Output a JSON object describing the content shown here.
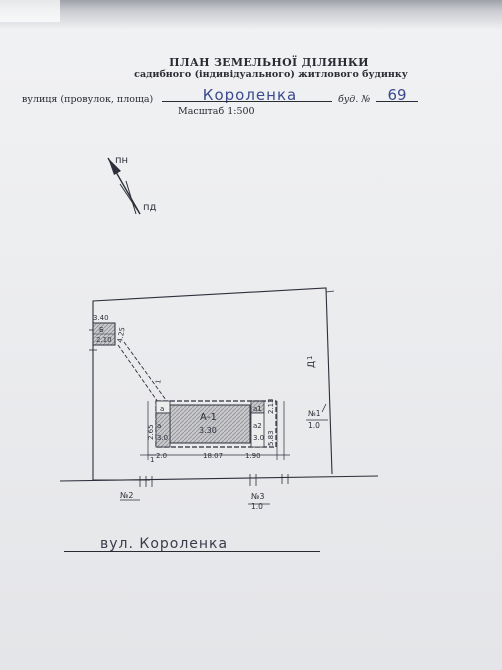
{
  "header": {
    "title": "ПЛАН ЗЕМЕЛЬНОЇ ДІЛЯНКИ",
    "subtitle": "садибного (індивідуального) житлового будинку",
    "street_label": "вулиця (провулок, площа)",
    "street_value": "Короленка",
    "building_label": "буд. №",
    "building_value": "69",
    "scale": "Масштаб 1:500"
  },
  "compass": {
    "north": "пн",
    "south": "пд"
  },
  "plan": {
    "house_label": "А-1",
    "house_height": "3.30",
    "left_annex_a": "а",
    "left_annex_height": "3.0",
    "right_annex_label": "а1",
    "right_annex_sub": "а2",
    "right_annex_height": "3.0",
    "shed_label": "Б",
    "shed_height": "2.10",
    "shed_width": "3.40",
    "shed_depth": "4.25",
    "well_label": "Д",
    "house_length": "18.07",
    "left_offset": "2.0",
    "right_offset": "1.90",
    "left_depth": "2.65",
    "right_depth": "5.83",
    "right_depth_top": "2.13",
    "fence_label": "1",
    "small_label": "1",
    "path_label": "1",
    "gate1_label": "№1",
    "gate1_value": "1.0",
    "gate2_label": "№2",
    "gate3_label": "№3",
    "gate3_value": "1.0"
  },
  "footer": {
    "street": "вул. Короленка"
  }
}
